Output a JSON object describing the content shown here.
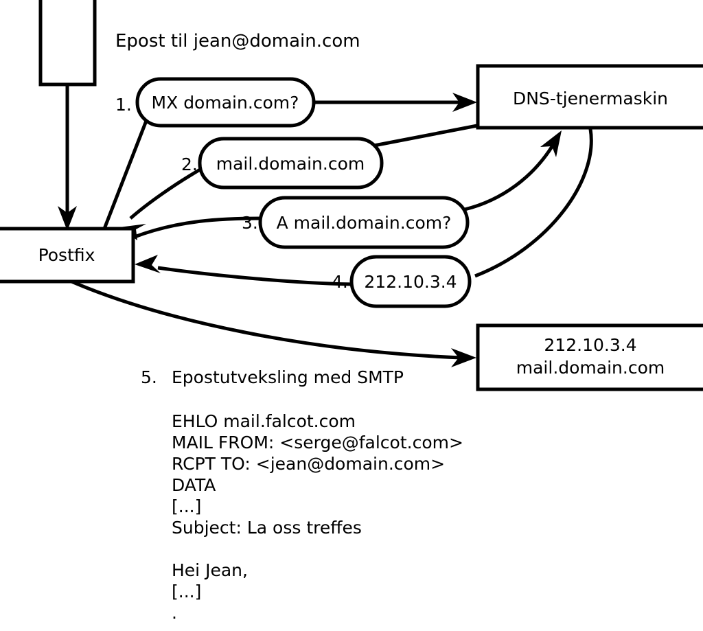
{
  "diagram": {
    "title": "Epost til jean@domain.com",
    "nodes": {
      "client": {
        "label": ""
      },
      "postfix": {
        "label": "Postfix"
      },
      "dns": {
        "label": "DNS-tjenermaskin"
      },
      "mailserver": {
        "line1": "212.10.3.4",
        "line2": "mail.domain.com"
      }
    },
    "steps": [
      {
        "num": "1.",
        "label": "MX domain.com?"
      },
      {
        "num": "2.",
        "label": "mail.domain.com"
      },
      {
        "num": "3.",
        "label": "A mail.domain.com?"
      },
      {
        "num": "4.",
        "label": "212.10.3.4"
      }
    ],
    "step5": {
      "num": "5.",
      "label": "Epostutveksling med SMTP"
    },
    "smtp_transcript": [
      "EHLO mail.falcot.com",
      "MAIL FROM: <serge@falcot.com>",
      "RCPT TO: <jean@domain.com>",
      "DATA",
      "[...]",
      "Subject: La oss treffes",
      "",
      "Hei Jean,",
      "[...]",
      "."
    ],
    "colors": {
      "stroke": "#000000",
      "fill": "#ffffff",
      "text": "#000000"
    }
  }
}
